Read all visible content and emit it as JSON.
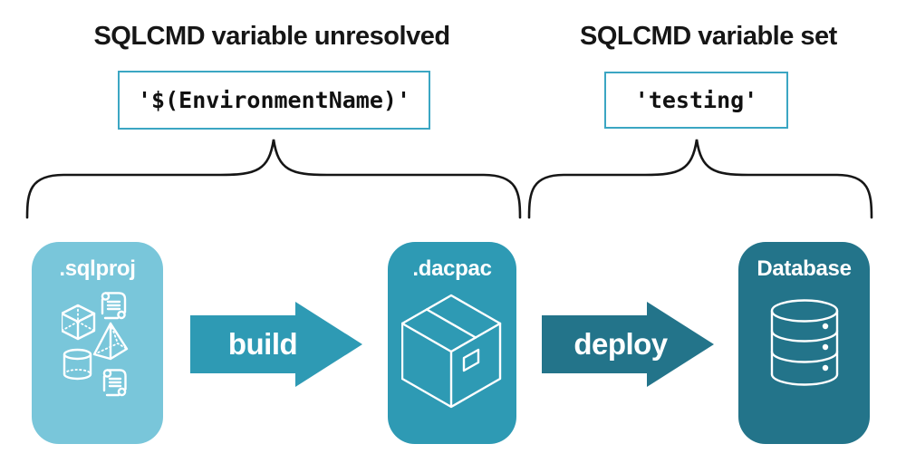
{
  "colors": {
    "sqlproj_box": "#79C6DA",
    "dacpac_box": "#2E9AB4",
    "database_box": "#23748A",
    "build_arrow": "#2E9AB4",
    "deploy_arrow": "#23748A",
    "code_box_border": "#3BA6C3",
    "ink": "#161616"
  },
  "annotations": {
    "left": {
      "heading": "SQLCMD variable unresolved",
      "code": "'$(EnvironmentName)'"
    },
    "right": {
      "heading": "SQLCMD variable set",
      "code": "'testing'"
    }
  },
  "pipeline": {
    "sqlproj_label": ".sqlproj",
    "build_label": "build",
    "dacpac_label": ".dacpac",
    "deploy_label": "deploy",
    "database_label": "Database"
  },
  "icons": {
    "sqlproj": "sql-objects-icon (cube, pyramid, cylinder, script scrolls)",
    "dacpac": "package-box-icon",
    "database": "database-cylinder-icon",
    "braces": "curly-brace-spans"
  }
}
